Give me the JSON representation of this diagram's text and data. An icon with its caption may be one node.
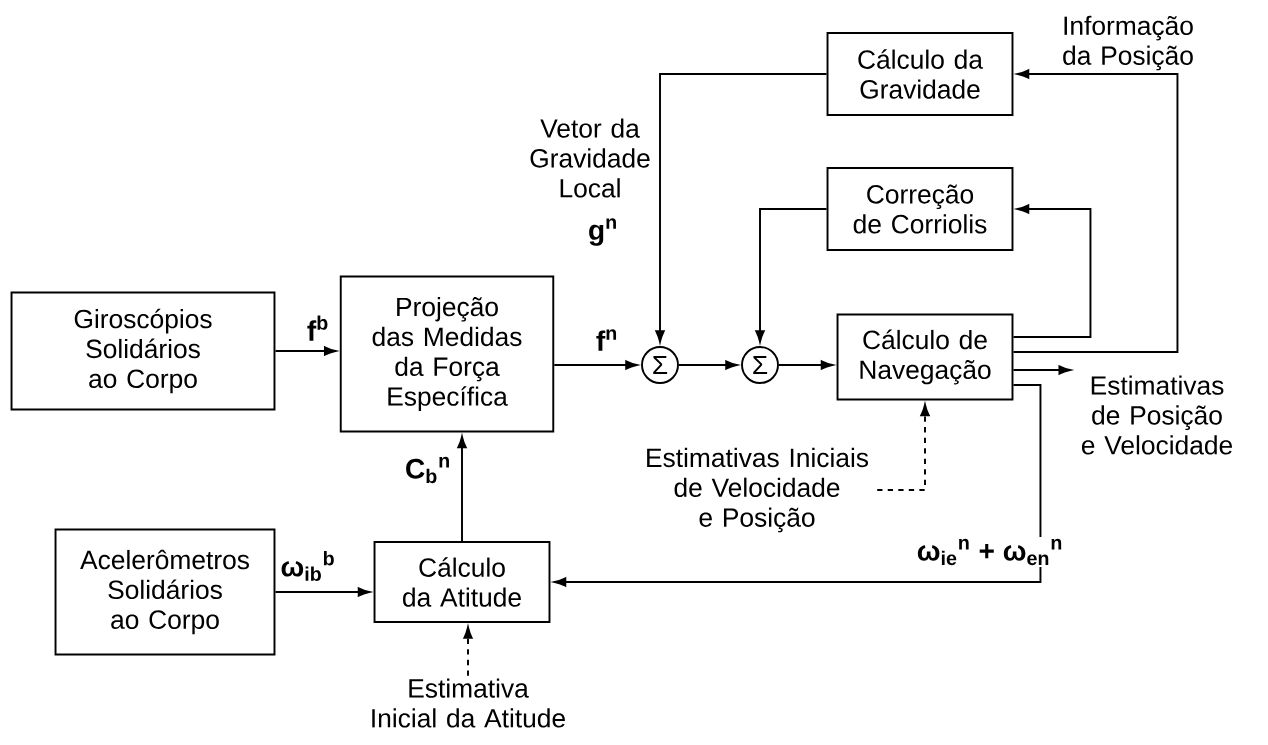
{
  "diagram": {
    "nodes": [
      {
        "text": [
          "Giroscópios Solidários ao Corpo"
        ]
      },
      {
        "text": [
          "Projeção das Medidas da Força Específica"
        ]
      },
      {
        "text": [
          "Acelerômetros Solidários ao Corpo"
        ]
      },
      {
        "text": [
          "Cálculo da Atitude"
        ]
      },
      {
        "text": [
          "Σ"
        ]
      },
      {
        "text": [
          "Σ"
        ]
      },
      {
        "text": [
          "Cálculo da Gravidade"
        ]
      },
      {
        "text": [
          "Correção de Corriolis"
        ]
      },
      {
        "text": [
          "Cálculo de Navegação"
        ]
      },
      {
        "text": [
          "Estimativas Iniciais de Velocidade e Posição"
        ]
      },
      {
        "text": [
          "Estimativa Inicial da Atitude"
        ]
      },
      {
        "text": [
          "Estimativas de Posição e Velocidade"
        ]
      }
    ],
    "edges": [
      {
        "from": 0,
        "to": 1,
        "arrow": "to",
        "label": "f$^{b}$"
      },
      {
        "from": 1,
        "to": 4,
        "arrow": "to",
        "label": "f$^{n}$"
      },
      {
        "from": 4,
        "to": 5,
        "arrow": "to"
      },
      {
        "from": 5,
        "to": 8,
        "arrow": "to"
      },
      {
        "from": 6,
        "to": 4,
        "arrow": "to",
        "label": "g$^{n}$"
      },
      {
        "from": 7,
        "to": 5,
        "arrow": "to"
      },
      {
        "from": 8,
        "to": 7,
        "arrow": "to"
      },
      {
        "from": 8,
        "to": 6,
        "arrow": "to",
        "label": "Informação da Posição"
      },
      {
        "from": 8,
        "to": 11,
        "arrow": "to"
      },
      {
        "from": 8,
        "to": 3,
        "arrow": "to",
        "label": "ω$_{ie}$$^{n}$ + ω$_{en}$$^{n}$"
      },
      {
        "from": 9,
        "to": 8,
        "arrow": "to",
        "style": "dashed"
      },
      {
        "from": 3,
        "to": 1,
        "arrow": "to",
        "label": "C$_{b}$$^{n}$"
      },
      {
        "from": 2,
        "to": 3,
        "arrow": "to",
        "label": "ω$_{ib}$$^{b}$"
      },
      {
        "from": 10,
        "to": 3,
        "arrow": "to",
        "style": "dashed"
      }
    ],
    "labels": [
      "Vetor da Gravidade Local"
    ]
  }
}
